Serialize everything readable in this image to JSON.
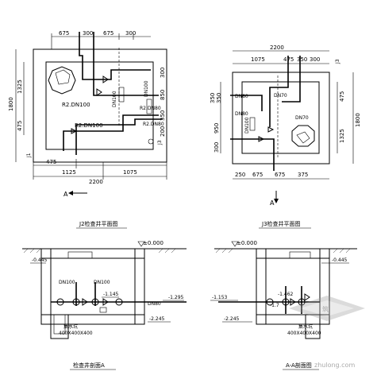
{
  "plan_left": {
    "dims_top": [
      "675",
      "300",
      "675",
      "300"
    ],
    "dim_bottom_total": "2200",
    "dims_bottom": [
      "1125",
      "1075"
    ],
    "dim_bottom_small": "475",
    "dims_left": [
      "1800",
      "1325",
      "475"
    ],
    "dims_right": [
      "300",
      "850",
      "350",
      "200"
    ],
    "pipe_labels": [
      "R2.DN100",
      "R2.DN80",
      "R2.DN100",
      "R2.DN80"
    ],
    "axis_labels": [
      "J3",
      "J1"
    ],
    "small_labels": [
      "DN100",
      "DN100"
    ],
    "section_marker": "A",
    "title": "J2检查井平面图"
  },
  "plan_right": {
    "dims_top": [
      "2200",
      "1075",
      "475",
      "350",
      "300"
    ],
    "dims_left": [
      "350",
      "350",
      "950",
      "300"
    ],
    "dims_right": [
      "475",
      "1800",
      "1325"
    ],
    "dims_bottom": [
      "250",
      "675",
      "675",
      "375"
    ],
    "pipe_labels": [
      "DN80",
      "DN80",
      "DN70",
      "DN70",
      "DN100"
    ],
    "axis_label": "J3",
    "section_marker": "A",
    "title": "J3检查井平面图"
  },
  "section_left": {
    "top_level": "±0.000",
    "levels": [
      "-0.445",
      "-1.145",
      "-1.295",
      "-2.245"
    ],
    "pipe_labels": [
      "DN100",
      "DN100",
      "DN80"
    ],
    "note": "集水坑",
    "note2": "400X400X400",
    "title": "检查井剖面A"
  },
  "section_right": {
    "top_level": "±0.000",
    "levels": [
      "-0.445",
      "-1.153",
      "-1.462",
      "-1.7",
      "-2.245"
    ],
    "note": "集水坑",
    "note2": "400X400X400",
    "title": "A-A剖面图"
  },
  "watermark": {
    "text": "zhulong.com",
    "logo_char": "筑"
  }
}
